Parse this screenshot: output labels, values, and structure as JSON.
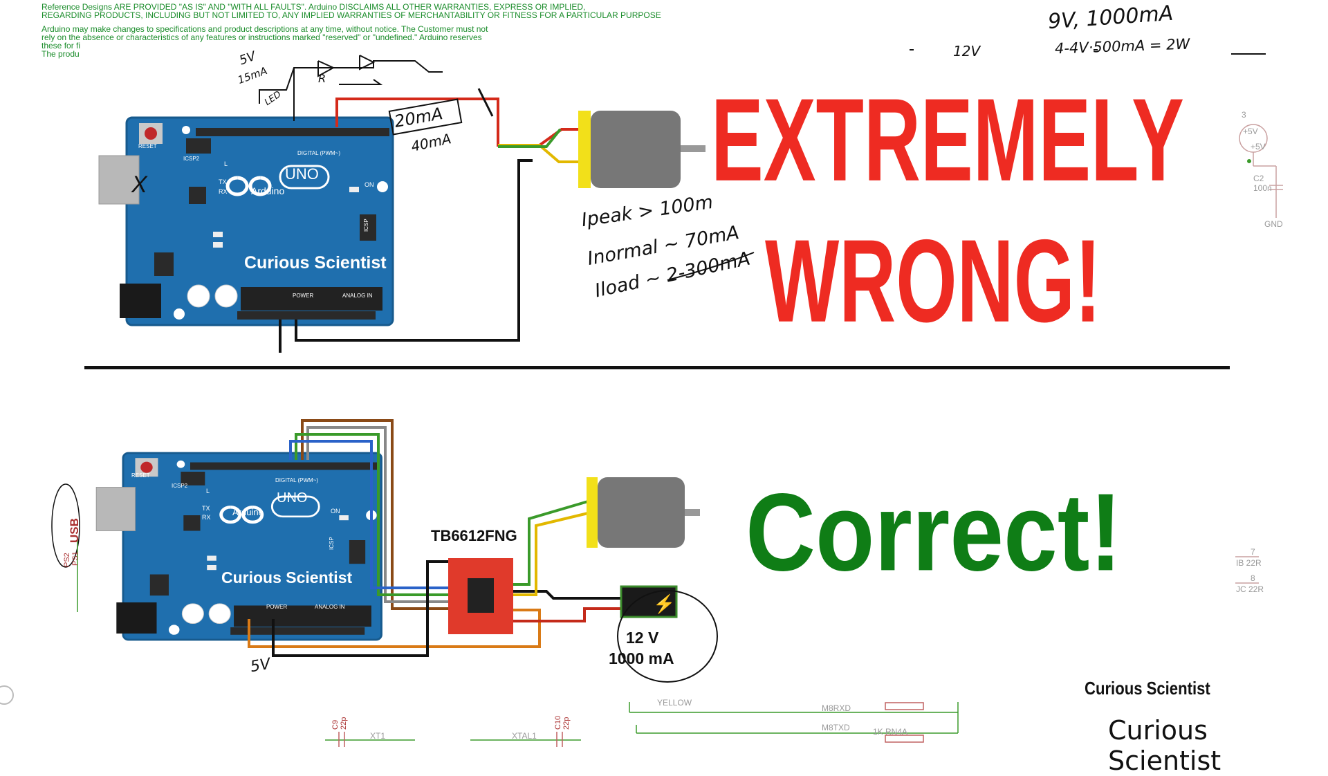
{
  "disclaimer": {
    "line1": "Reference Designs ARE PROVIDED \"AS IS\" AND \"WITH ALL FAULTS\". Arduino DISCLAIMS ALL OTHER WARRANTIES, EXPRESS OR IMPLIED,",
    "line2": "REGARDING PRODUCTS, INCLUDING BUT NOT LIMITED TO, ANY IMPLIED WARRANTIES OF MERCHANTABILITY OR FITNESS FOR A PARTICULAR PURPOSE",
    "line3": "Arduino may make changes to specifications and product descriptions at any time, without notice. The Customer must not",
    "line4": "rely on the absence or characteristics of any features or instructions marked \"reserved\" or \"undefined.\" Arduino reserves",
    "line5": "these for fi",
    "line6": "The produ"
  },
  "labels": {
    "wrong_line1": "EXTREMELY",
    "wrong_line2": "WRONG!",
    "correct": "Correct!",
    "driver_name": "TB6612FNG",
    "supply_voltage": "12 V",
    "supply_current": "1000 mA",
    "watermark_bold": "Curious Scientist",
    "watermark_plain": "Curious Scientist"
  },
  "board": {
    "brand_badge": "Curious Scientist",
    "uno": "UNO",
    "arduino": "Arduino",
    "reset": "RESET",
    "icsp2": "ICSP2",
    "icsp": "ICSP",
    "digital": "DIGITAL (PWM~)",
    "power": "POWER",
    "analog": "ANALOG IN",
    "tx": "TX",
    "rx": "RX",
    "on": "ON",
    "l": "L"
  },
  "notes": {
    "power_spec": "9V, 1000mA",
    "power_calc": "4-4V·500mA = 2W",
    "twelve_v": "12V",
    "five_v_top": "5V",
    "fifteen_ma": "15mA",
    "led": "LED",
    "resistor": "R",
    "pin_current": "20mA",
    "pin_current2": "40mA",
    "i_peak": "Ipeak > 100m",
    "i_normal": "Inormal ~ 70mA",
    "i_load": "Iload ~ 2-300mA",
    "five_v_bottom": "5V",
    "cross_mark": "X"
  },
  "schematic": {
    "yellow": "YELLOW",
    "m8rxd": "M8RXD",
    "m8txd": "M8TXD",
    "rn4a": "1K RN4A",
    "xt1": "XT1",
    "xtal1": "XTAL1",
    "c9": "C9",
    "c9v": "22p",
    "c10": "C10",
    "c10v": "22p",
    "usb": "USB",
    "ps2": "PS2",
    "ps1": "PS1",
    "c2": "C2",
    "c2v": "100n",
    "gnd": "GND",
    "p5v": "+5V",
    "p5v2": "+5V",
    "three": "3",
    "r7": "7",
    "r8": "8",
    "ib22r": "IB 22R",
    "jc22r": "JC 22R"
  },
  "colors": {
    "wrong": "#ee2b22",
    "correct": "#0f7d16",
    "board": "#1f6fae",
    "driver": "#e03a2b",
    "motor_body": "#777777",
    "motor_cap": "#f2e01a"
  }
}
